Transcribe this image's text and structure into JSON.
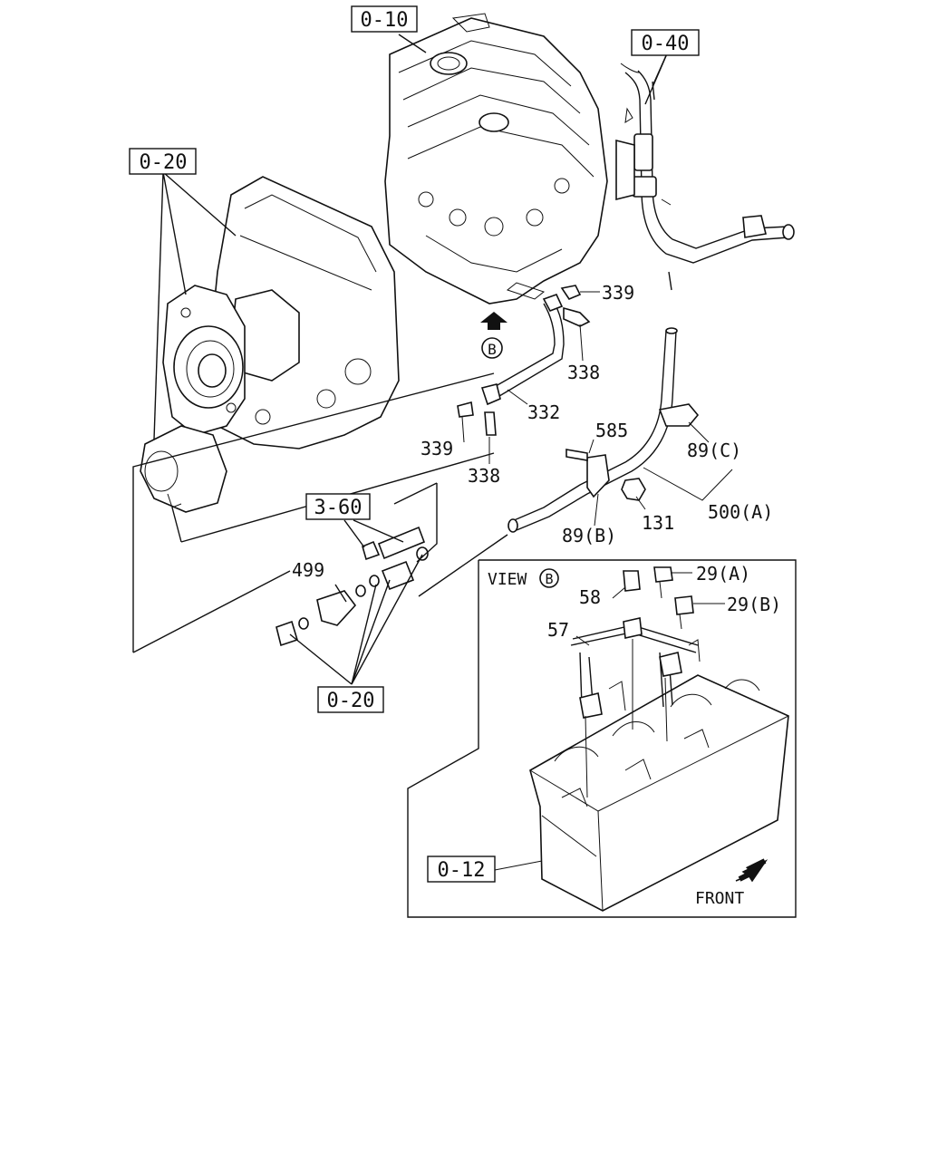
{
  "refs": {
    "r010": "0-10",
    "r040": "0-40",
    "r020_top": "0-20",
    "r360": "3-60",
    "r020_bottom": "0-20",
    "r012": "0-12"
  },
  "callouts": {
    "c339_top": "339",
    "c338_top": "338",
    "c332": "332",
    "c339_left": "339",
    "c338_left": "338",
    "c585": "585",
    "c89c": "89(C)",
    "c500a": "500(A)",
    "c131": "131",
    "c89b": "89(B)",
    "c499": "499",
    "c58": "58",
    "c29a": "29(A)",
    "c29b": "29(B)",
    "c57": "57"
  },
  "view": {
    "label": "VIEW",
    "letter": "B"
  },
  "view_marker_letter": "B",
  "front_label": "FRONT"
}
